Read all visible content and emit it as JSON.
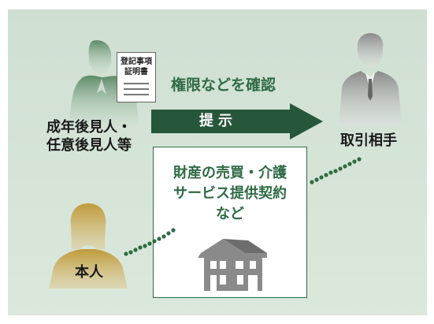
{
  "agent": {
    "line1": "成年後見人・",
    "line2": "任意後見人等"
  },
  "document": {
    "line1": "登記事項",
    "line2": "証明書"
  },
  "confirm_text": "権限などを確認",
  "present_text": "提示",
  "counterparty": "取引相手",
  "principal": "本人",
  "contract_box": {
    "line1": "財産の売買・介護",
    "line2": "サービス提供契約",
    "line3": "など"
  },
  "colors": {
    "green": "#2f6b45",
    "dark_green": "#27573a",
    "bg": "#d4e3d6"
  },
  "icons": [
    "businesswoman-silhouette-icon",
    "businessman-silhouette-icon",
    "woman-silhouette-icon",
    "house-icon",
    "document-icon",
    "arrow-icon"
  ]
}
